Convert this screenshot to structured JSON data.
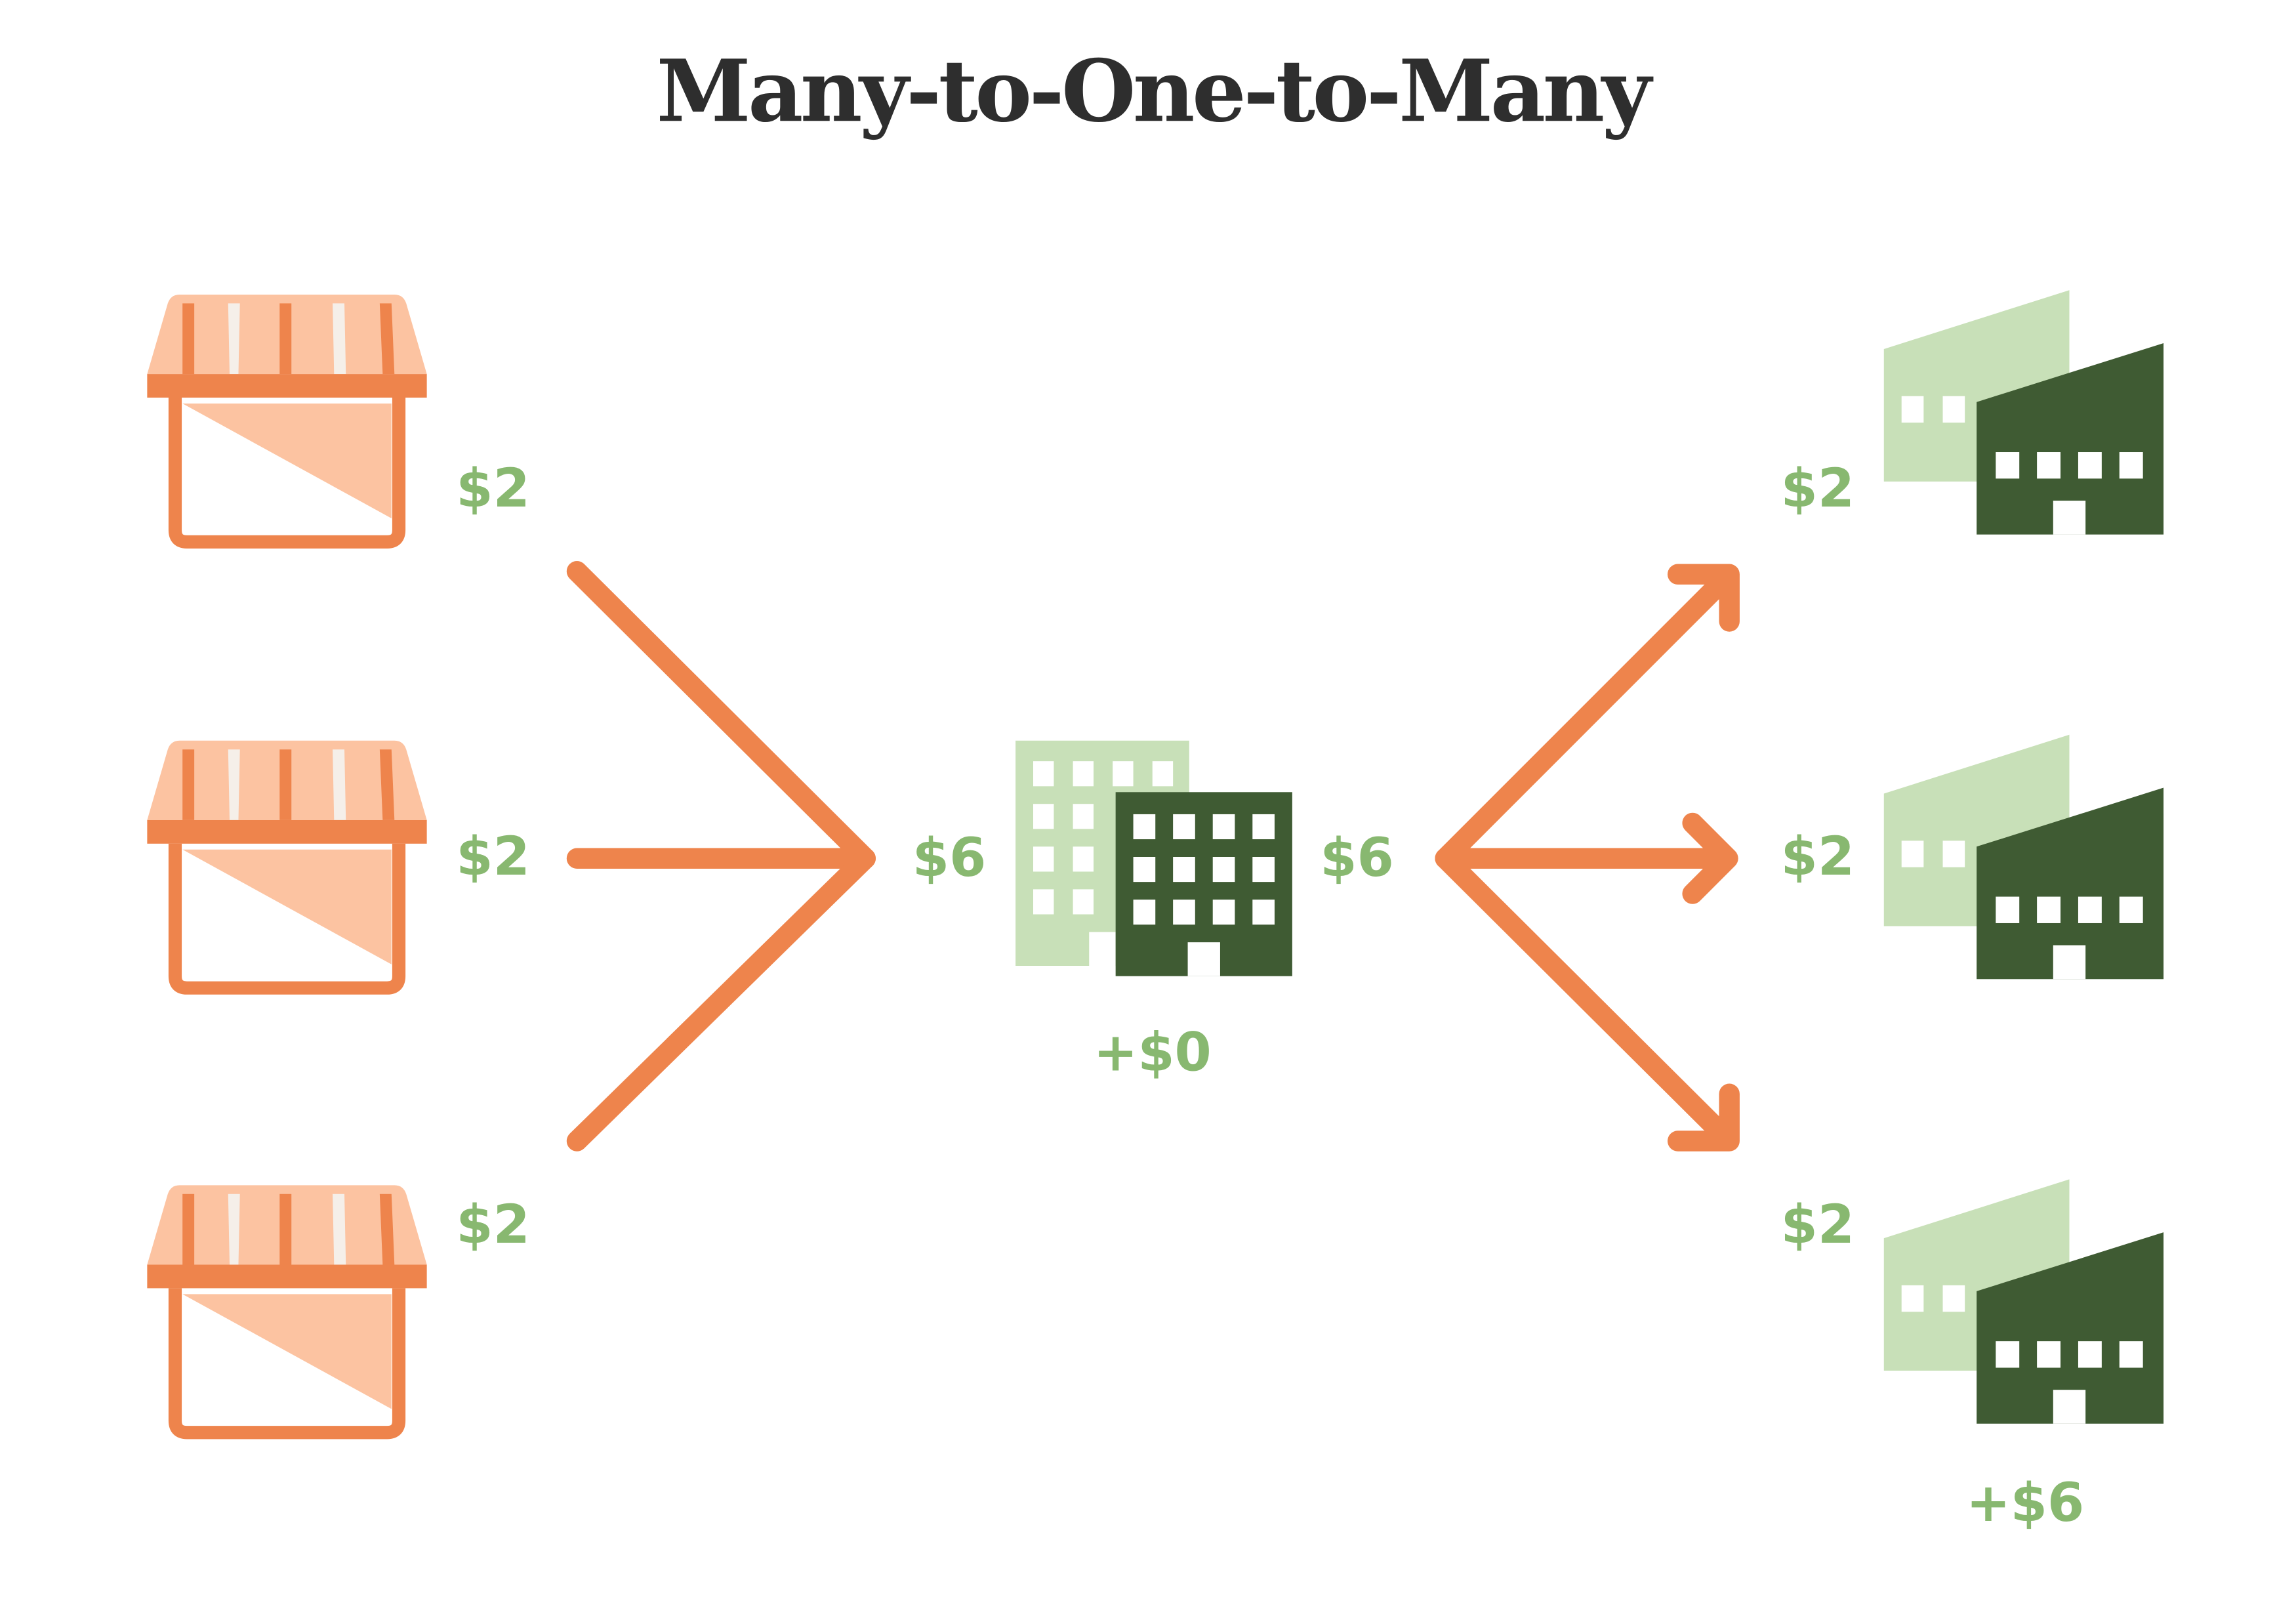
{
  "title": "Many-to-One-to-Many",
  "colors": {
    "orange": "#ee844c",
    "orange_light": "#fcc3a1",
    "stripe_light": "#f5efe9",
    "green_text": "#88b870",
    "green_light": "#c8e0b8",
    "green_dark": "#3f5b33",
    "title": "#2e2e2e"
  },
  "sources": {
    "icon": "storefront-icon",
    "items": [
      {
        "amount": "$2"
      },
      {
        "amount": "$2"
      },
      {
        "amount": "$2"
      }
    ]
  },
  "hub": {
    "icon": "office-building-icon",
    "incoming": "$6",
    "outgoing": "$6",
    "margin": "+$0"
  },
  "destinations": {
    "icon": "factory-icon",
    "items": [
      {
        "amount": "$2"
      },
      {
        "amount": "$2"
      },
      {
        "amount": "$2"
      }
    ],
    "total": "+$6"
  },
  "arrows": {
    "incoming": [
      "merge-line-top",
      "merge-line-middle",
      "merge-line-bottom"
    ],
    "outgoing": [
      "split-arrow-top",
      "split-arrow-middle",
      "split-arrow-bottom"
    ]
  }
}
